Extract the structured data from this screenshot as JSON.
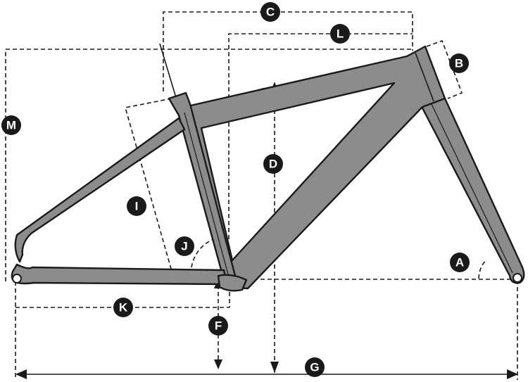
{
  "labels": {
    "a": "A",
    "b": "B",
    "c": "C",
    "d": "D",
    "f": "F",
    "g": "G",
    "i": "I",
    "j": "J",
    "k": "K",
    "l": "L",
    "m": "M"
  },
  "colors": {
    "frame": "#8c8c8c",
    "line": "#1a1a1a",
    "badge": "#1a1a1a",
    "badge_text": "#ffffff"
  }
}
